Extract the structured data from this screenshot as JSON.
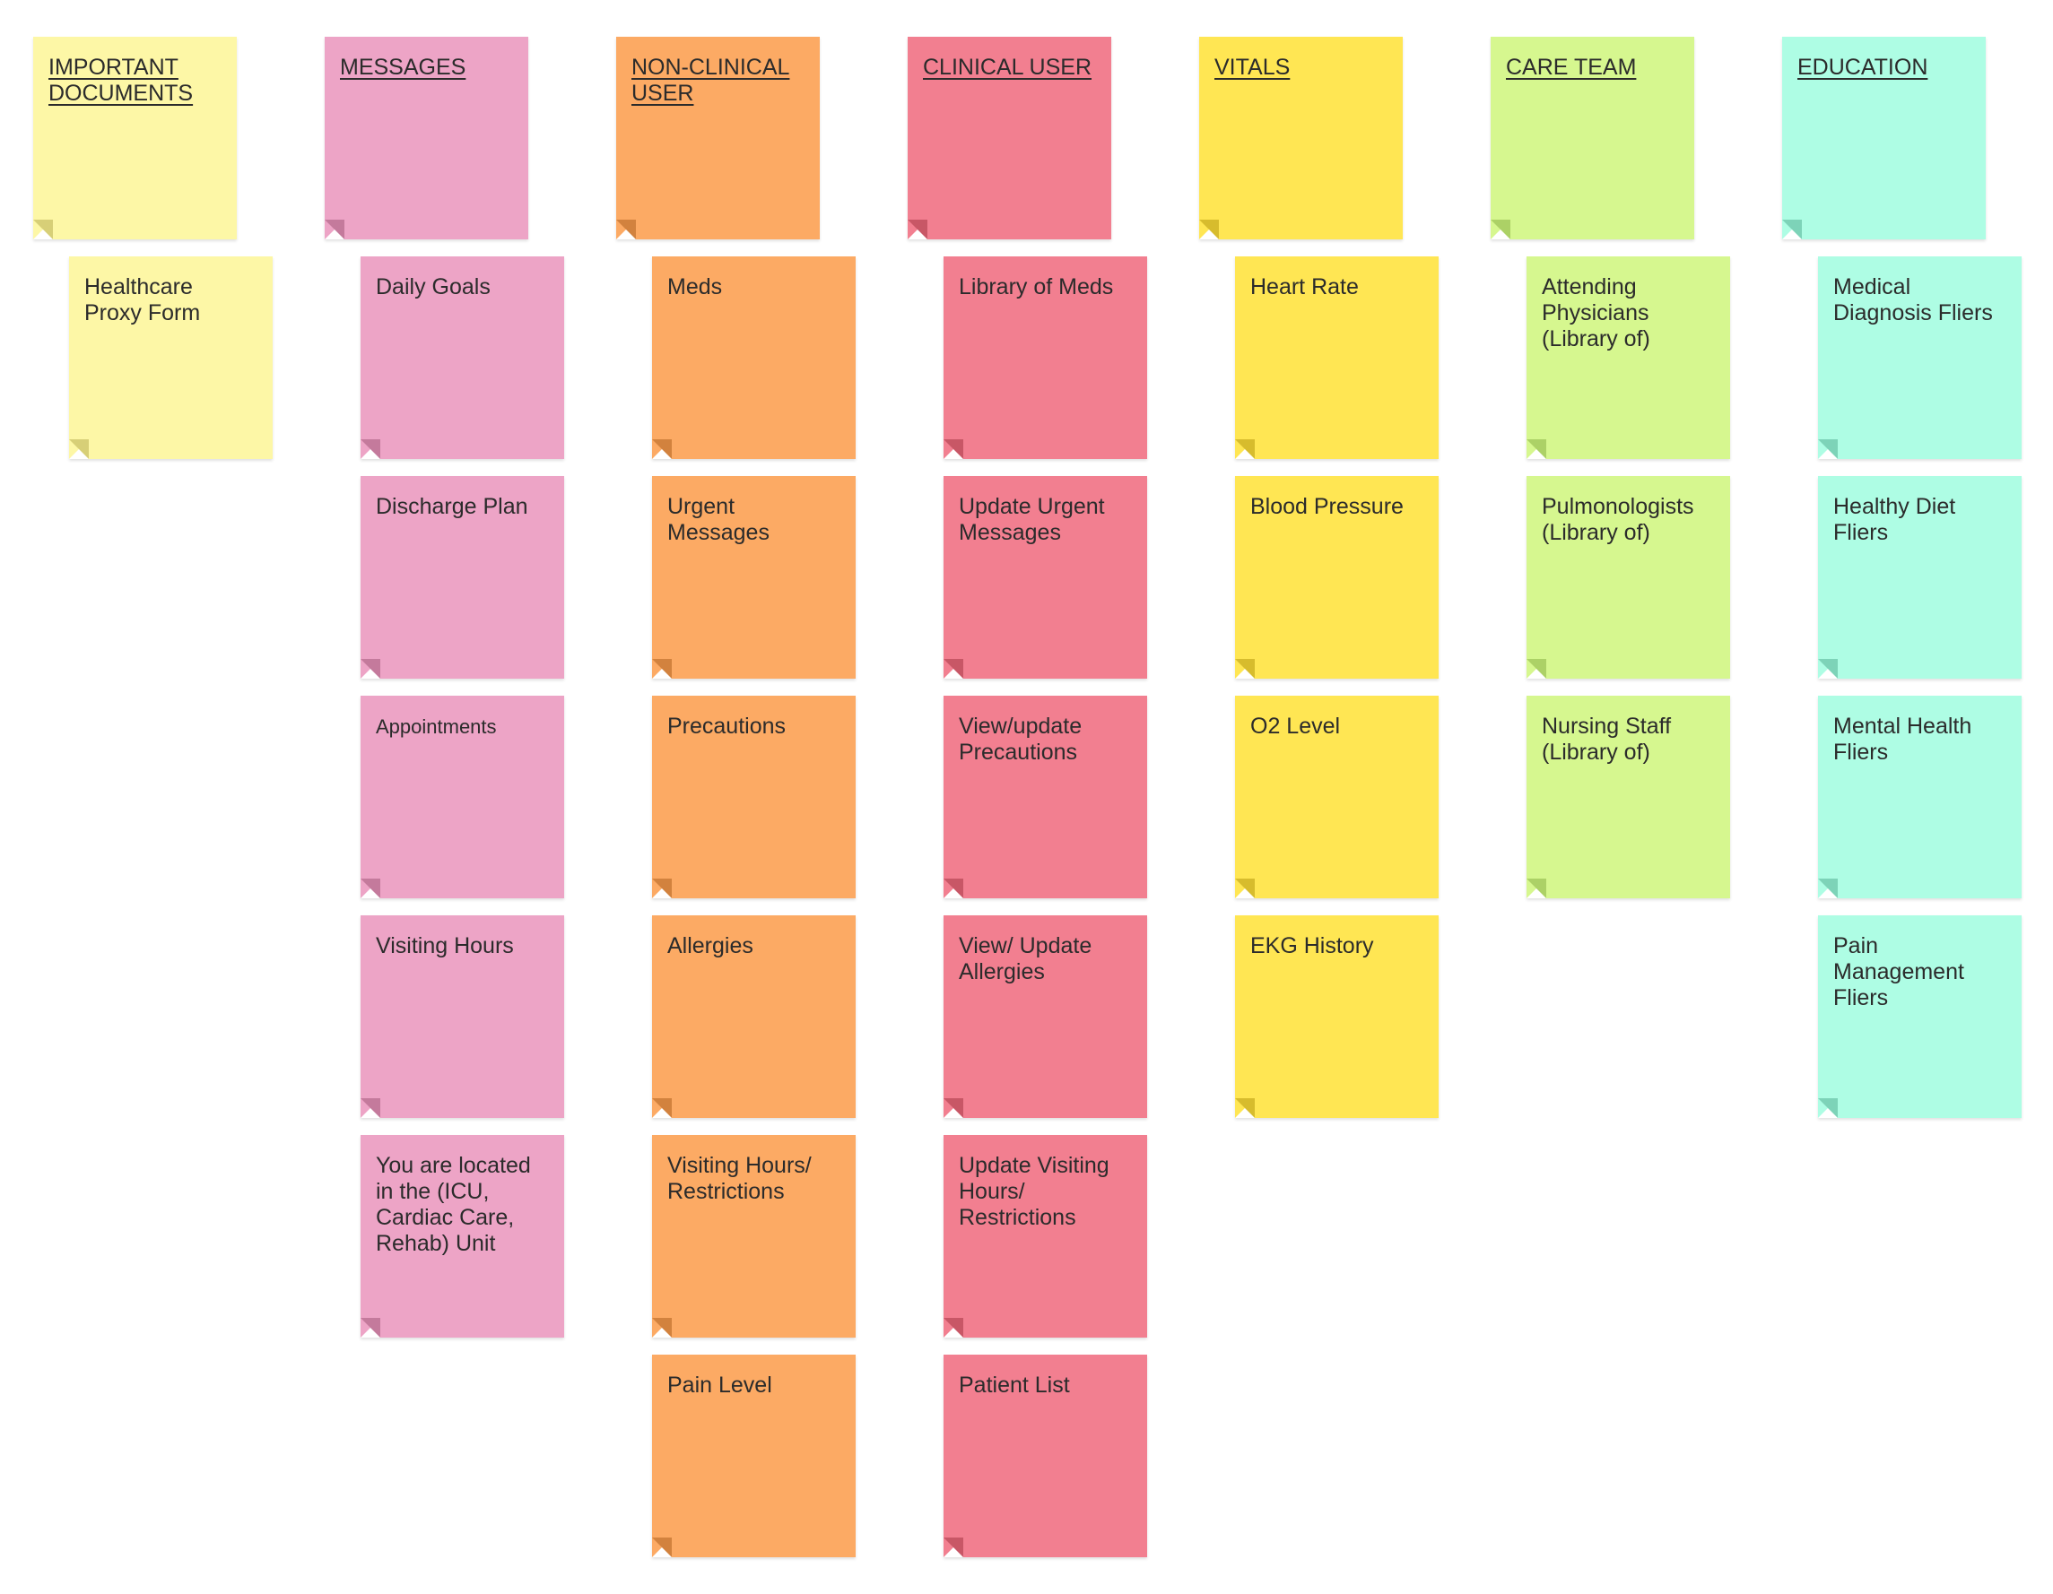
{
  "palette": {
    "important_documents": {
      "fill": "#fdf7a6",
      "fold": "#d7cf77"
    },
    "messages": {
      "fill": "#eda4c6",
      "fold": "#c47a9c"
    },
    "non_clinical_user": {
      "fill": "#fcaa64",
      "fold": "#d2823e"
    },
    "clinical_user": {
      "fill": "#f27f90",
      "fold": "#c85766"
    },
    "vitals": {
      "fill": "#ffe653",
      "fold": "#d7bc2d"
    },
    "care_team": {
      "fill": "#d6f78f",
      "fold": "#acd166"
    },
    "education": {
      "fill": "#aefde4",
      "fold": "#7dd3b8"
    }
  },
  "columns": [
    {
      "key": "important_documents",
      "header": "IMPORTANT\nDOCUMENTS",
      "items": [
        "Healthcare\nProxy Form"
      ]
    },
    {
      "key": "messages",
      "header": "MESSAGES",
      "items": [
        "Daily Goals",
        "Discharge Plan",
        "Appointments",
        "Visiting Hours",
        "You are located\nin the (ICU,\nCardiac Care,\nRehab) Unit"
      ]
    },
    {
      "key": "non_clinical_user",
      "header": "NON-CLINICAL\nUSER",
      "items": [
        "Meds",
        "Urgent\nMessages",
        "Precautions",
        "Allergies",
        "Visiting Hours/\nRestrictions",
        "Pain Level"
      ]
    },
    {
      "key": "clinical_user",
      "header": "CLINICAL USER",
      "items": [
        "Library of Meds",
        "Update Urgent\nMessages",
        "View/update\nPrecautions",
        "View/ Update\nAllergies",
        "Update Visiting\nHours/\nRestrictions",
        "Patient List"
      ]
    },
    {
      "key": "vitals",
      "header": "VITALS",
      "items": [
        "Heart Rate",
        "Blood Pressure",
        "O2 Level",
        "EKG History"
      ]
    },
    {
      "key": "care_team",
      "header": "CARE TEAM",
      "items": [
        "Attending\nPhysicians\n(Library of)",
        "Pulmonologists\n(Library of)",
        "Nursing Staff\n(Library of)"
      ]
    },
    {
      "key": "education",
      "header": "EDUCATION",
      "items": [
        "Medical\nDiagnosis Fliers",
        "Healthy Diet\nFliers",
        "Mental Health\nFliers",
        "Pain\nManagement\nFliers"
      ]
    }
  ]
}
